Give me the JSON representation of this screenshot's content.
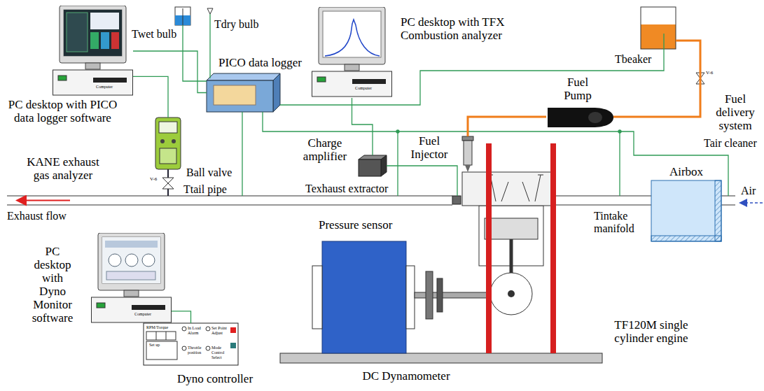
{
  "diagram": {
    "nodes": [
      {
        "text": [
          "PC desktop with PICO data logger software"
        ]
      },
      {
        "text": [
          "PICO data logger"
        ]
      },
      {
        "text": [
          "PC desktop with TFX Combustion analyzer"
        ]
      },
      {
        "text": [
          "Fuel delivery system"
        ]
      },
      {
        "text": [
          "Fuel Pump"
        ]
      },
      {
        "text": [
          "KANE exhaust gas analyzer"
        ]
      },
      {
        "text": [
          "Charge amplifier"
        ]
      },
      {
        "text": [
          "Fuel Injector"
        ]
      },
      {
        "text": [
          "Airbox"
        ]
      },
      {
        "text": [
          "Pressure sensor"
        ]
      },
      {
        "text": [
          "TF120M single cylinder engine"
        ]
      },
      {
        "text": [
          "PC desktop with Dyno Monitor software"
        ]
      },
      {
        "text": [
          "DC Dynamometer"
        ]
      },
      {
        "text": [
          "Dyno controller"
        ]
      }
    ],
    "edges": [
      {
        "from": 1,
        "to": 0,
        "arrow": "none"
      },
      {
        "from": 5,
        "to": 0,
        "arrow": "none"
      },
      {
        "from": 6,
        "to": 2,
        "arrow": "none"
      },
      {
        "from": 9,
        "to": 6,
        "arrow": "none"
      },
      {
        "from": 3,
        "to": 4,
        "arrow": "none"
      },
      {
        "from": 4,
        "to": 7,
        "arrow": "none"
      },
      {
        "from": 13,
        "to": 11,
        "arrow": "none"
      }
    ],
    "labels": [
      "Twet bulb",
      "Tdry bulb",
      "Tbeaker",
      "Ttail pipe",
      "Texhaust extractor",
      "Tintake manifold",
      "Tair cleaner",
      "Air",
      "Exhaust flow",
      "Ball valve",
      "V-6",
      "V-6",
      "Computer",
      "Computer",
      "Computer",
      "RPM/Torque",
      "Set up",
      "In Load Alarm",
      "Set Point Adjust",
      "Throttle position",
      "Mode Control Select"
    ]
  }
}
